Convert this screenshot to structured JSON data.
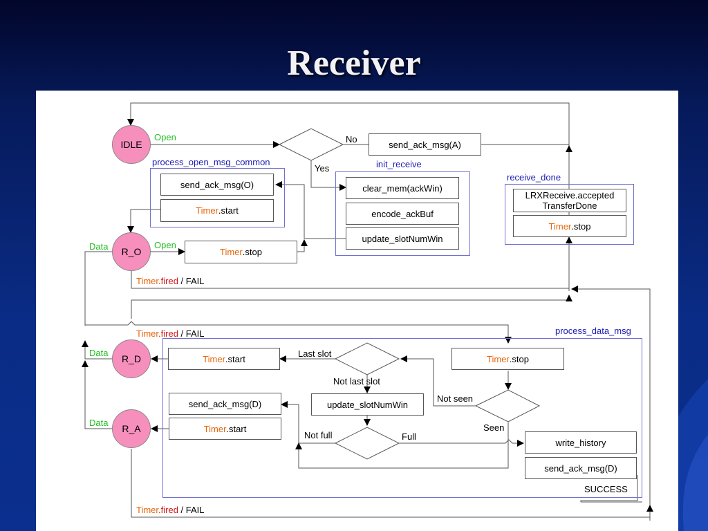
{
  "slide": {
    "title": "Receiver"
  },
  "states": {
    "idle": "IDLE",
    "r_o": "R_O",
    "r_d": "R_D",
    "r_a": "R_A"
  },
  "groups": {
    "process_open": "process_open_msg_common",
    "init_receive": "init_receive",
    "receive_done": "receive_done",
    "process_data": "process_data_msg"
  },
  "boxes": {
    "send_ack_a": "send_ack_msg(A)",
    "send_ack_o": "send_ack_msg(O)",
    "clear_mem": "clear_mem(ackWin)",
    "encode_ackbuf": "encode_ackBuf",
    "update_slotnum_1": "update_slotNumWin",
    "lrx_line1": "LRXReceive.accepted",
    "lrx_line2": "TransferDone",
    "send_ack_d_1": "send_ack_msg(D)",
    "update_slotnum_2": "update_slotNumWin",
    "write_history": "write_history",
    "send_ack_d_2": "send_ack_msg(D)",
    "success": "SUCCESS"
  },
  "timer": {
    "object": "Timer",
    "start": ".start",
    "stop": ".stop",
    "fired": ".fired",
    "fail": " / FAIL"
  },
  "labels": {
    "open_1": "Open",
    "open_2": "Open",
    "data_1": "Data",
    "data_2": "Data",
    "data_3": "Data",
    "no": "No",
    "yes": "Yes",
    "last_slot": "Last slot",
    "not_last_slot": "Not last slot",
    "not_seen": "Not seen",
    "seen": "Seen",
    "not_full": "Not full",
    "full": "Full"
  },
  "colors": {
    "state_fill": "#f78fbd",
    "event_green": "#1fbf1f",
    "group_blue": "#1a1ab4",
    "timer_orange": "#e8650a",
    "fired_red": "#d41616"
  }
}
